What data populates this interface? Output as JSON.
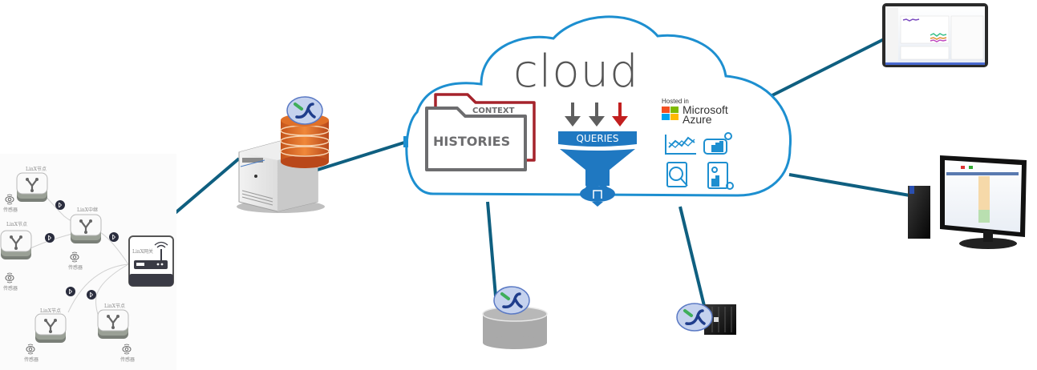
{
  "diagram": {
    "title": "cloud",
    "cloud": {
      "label": "cloud",
      "folders": {
        "back_label": "CONTEXT",
        "front_label": "HISTORIES"
      },
      "funnel": {
        "label": "QUERIES",
        "arrow_count": 3,
        "highlight_arrow": "red"
      },
      "hosting": {
        "prefix": "Hosted in",
        "line1": "Microsoft",
        "line2": "Azure"
      },
      "analytics_icons": [
        "line-chart-icon",
        "chat-bar-chart-icon",
        "document-search-icon",
        "report-settings-icon"
      ]
    },
    "network": {
      "gateway_label": "LinX网关",
      "relay_label": "LinX中继",
      "node_label": "LinX节点",
      "sensor_label": "传感器",
      "nodes": [
        {
          "label": "LinX节点",
          "sensor": "传感器"
        },
        {
          "label": "LinX节点",
          "sensor": "传感器"
        },
        {
          "label": "LinX中继",
          "sensor": "传感器"
        },
        {
          "label": "LinX节点",
          "sensor": "传感器"
        },
        {
          "label": "LinX节点",
          "sensor": "传感器"
        }
      ]
    },
    "devices": [
      {
        "name": "local-server",
        "desc": "Server with database and X logo"
      },
      {
        "name": "cloud-database",
        "desc": "Database cylinder with X logo"
      },
      {
        "name": "edge-appliance",
        "desc": "Black edge box with X logo"
      },
      {
        "name": "dashboard-tablet",
        "desc": "Web dashboard screen"
      },
      {
        "name": "desktop-workstation",
        "desc": "Desktop PC with monitor"
      }
    ],
    "colors": {
      "connector": "#0f5f80",
      "cloud_outline": "#1d8fd0",
      "funnel": "#1f78c1",
      "folder_back": "#a5232b",
      "folder_front": "#6d6d6f",
      "arrow_gray": "#5f5f5f",
      "arrow_red": "#c21f1f",
      "db_orange": "#e07028",
      "logo_bg": "#c5d2ee"
    }
  }
}
